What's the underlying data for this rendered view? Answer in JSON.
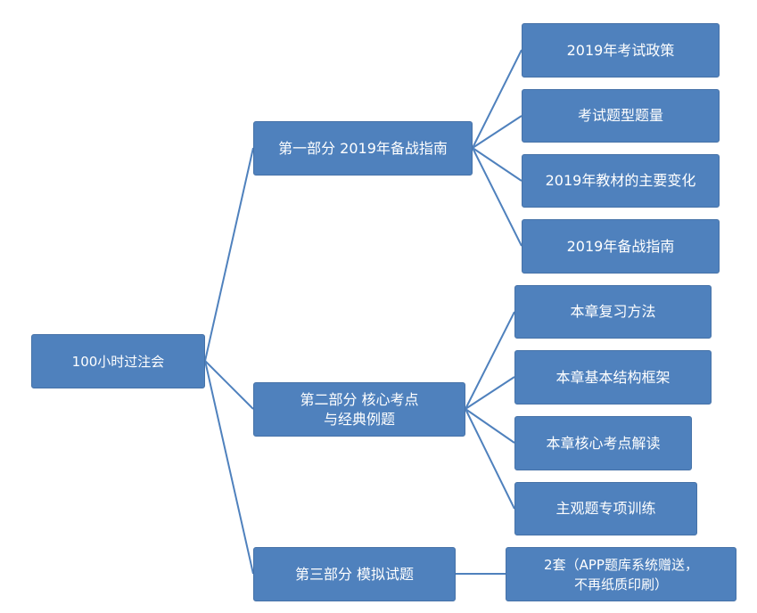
{
  "diagram": {
    "root": "100小时过注会",
    "parts": [
      {
        "label": "第一部分  2019年备战指南",
        "children": [
          "2019年考试政策",
          "考试题型题量",
          "2019年教材的主要变化",
          "2019年备战指南"
        ]
      },
      {
        "label_line1": "第二部分  核心考点",
        "label_line2": "与经典例题",
        "children": [
          "本章复习方法",
          "本章基本结构框架",
          "本章核心考点解读",
          "主观题专项训练"
        ]
      },
      {
        "label": "第三部分  模拟试题",
        "child_line1": "2套（APP题库系统赠送，",
        "child_line2": "不再纸质印刷）"
      }
    ]
  },
  "colors": {
    "node_fill": "#4f81bd",
    "node_border": "#4672a8",
    "connector": "#4f81bd",
    "text": "#ffffff"
  }
}
